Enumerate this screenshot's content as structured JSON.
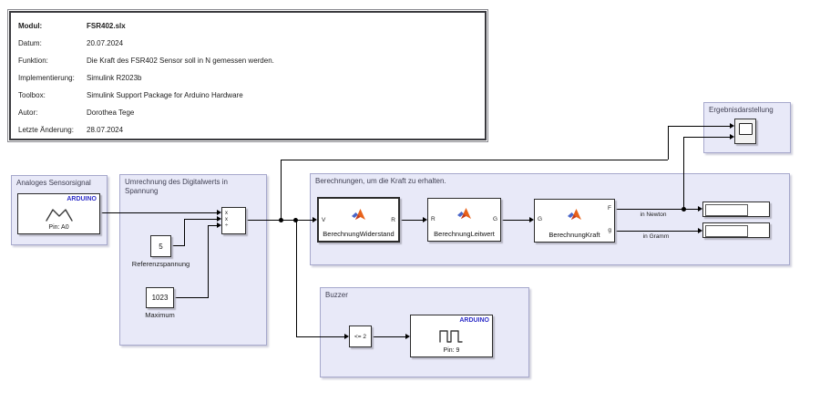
{
  "info_box": {
    "rows": [
      {
        "label": "Modul:",
        "value": "FSR402.slx"
      },
      {
        "label": "Datum:",
        "value": "20.07.2024"
      },
      {
        "label": "Funktion:",
        "value": "Die Kraft des FSR402 Sensor soll in N gemessen werden."
      },
      {
        "label": "Implementierung:",
        "value": "Simulink R2023b"
      },
      {
        "label": "Toolbox:",
        "value": "Simulink Support Package for Arduino Hardware"
      },
      {
        "label": "Autor:",
        "value": "Dorothea Tege"
      },
      {
        "label": "Letzte Änderung:",
        "value": "28.07.2024"
      }
    ]
  },
  "areas": {
    "analog": {
      "label": "Analoges Sensorsignal"
    },
    "umrechnung": {
      "label": "Umrechnung des Digitalwerts in Spannung"
    },
    "berechnungen": {
      "label": "Berechnungen, um die Kraft zu erhalten."
    },
    "ergebnis": {
      "label": "Ergebnisdarstellung"
    },
    "buzzer": {
      "label": "Buzzer"
    }
  },
  "blocks": {
    "analog_input": {
      "brand": "ARDUINO",
      "pin": "Pin: A0"
    },
    "product": {
      "ports": [
        "x",
        "x",
        "÷"
      ]
    },
    "referenz": {
      "value": "5",
      "label": "Referenzspannung"
    },
    "maximum": {
      "value": "1023",
      "label": "Maximum"
    },
    "fw_widerstand": {
      "name": "BerechnungWiderstand",
      "port_in": "V",
      "port_out": "R"
    },
    "fw_leitwert": {
      "name": "BerechnungLeitwert",
      "port_in": "R",
      "port_out": "G"
    },
    "fw_kraft": {
      "name": "BerechnungKraft",
      "port_in": "G",
      "port_out1": "F",
      "port_out2": "g"
    },
    "compare": {
      "label": "<= 2"
    },
    "digital_output": {
      "brand": "ARDUINO",
      "pin": "Pin: 9"
    }
  },
  "signal_labels": {
    "newton": "in Newton",
    "gramm": "in Gramm"
  },
  "icons": {
    "sine-wave-icon": "analog signal waveform",
    "square-wave-icon": "pwm digital waveform",
    "matlab-fcn-icon": "MATLAB function logo",
    "scope-icon": "scope display"
  },
  "colors": {
    "area_fill": "#E8E9F8",
    "area_border": "#A6A8CC",
    "arduino_blue": "#2E2EC8",
    "matlab_orange": "#E8621A",
    "matlab_blue": "#4A66C8",
    "wire": "#000000",
    "canvas": "#FFFFFF"
  }
}
